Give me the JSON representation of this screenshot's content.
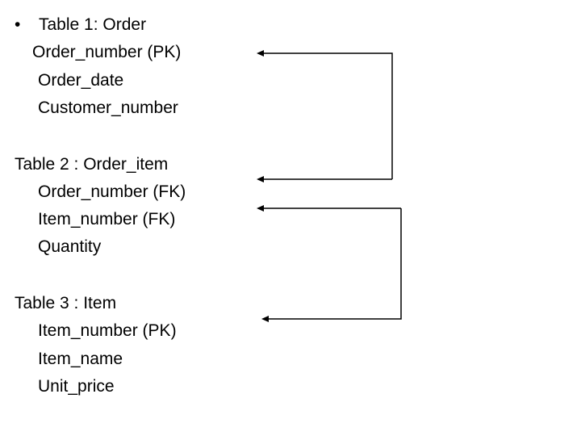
{
  "bullet": "•",
  "tables": [
    {
      "title": "Table 1:  Order",
      "fields": [
        "Order_number (PK)",
        "Order_date",
        "Customer_number"
      ]
    },
    {
      "title": "Table 2 : Order_item",
      "fields": [
        "Order_number (FK)",
        "Item_number (FK)",
        "Quantity"
      ]
    },
    {
      "title": "Table 3 : Item",
      "fields": [
        "Item_number (PK)",
        "Item_name",
        "Unit_price"
      ]
    }
  ],
  "relationships": [
    {
      "from": "Order_item.Order_number (FK)",
      "to": "Order.Order_number (PK)"
    },
    {
      "from": "Order_item.Item_number (FK)",
      "to": "Item.Item_number (PK)"
    }
  ],
  "colors": {
    "text": "#000000",
    "connector": "#000000",
    "background": "#ffffff"
  }
}
